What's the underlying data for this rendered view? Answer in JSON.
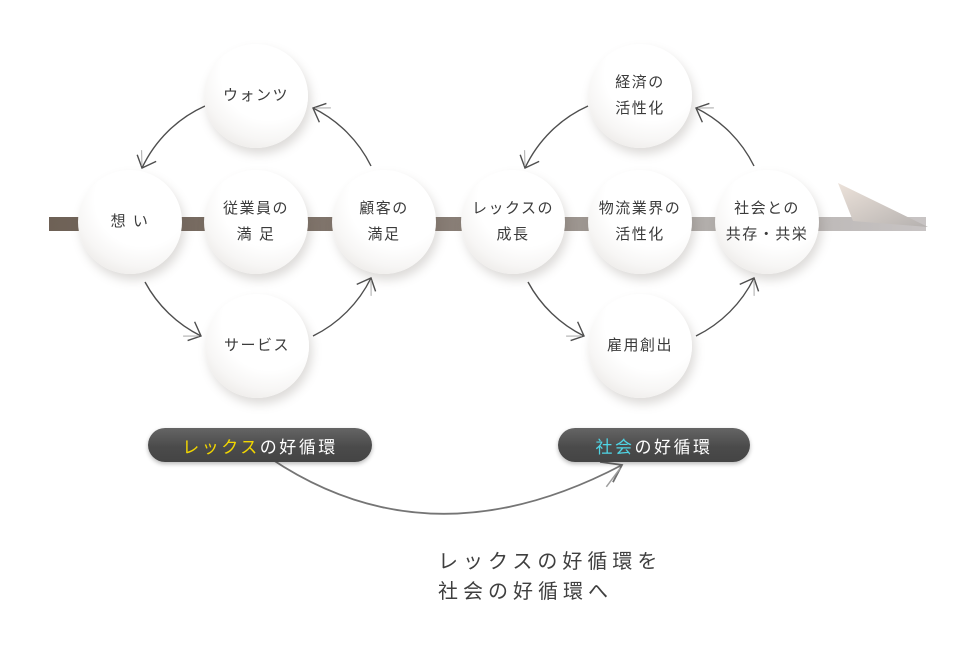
{
  "cycles": [
    {
      "label": "rex",
      "nodes": {
        "west": {
          "line1": "想 い"
        },
        "north": {
          "line1": "ウォンツ"
        },
        "center": {
          "line1": "従業員の",
          "line2": "満 足"
        },
        "east": {
          "line1": "顧客の",
          "line2": "満足"
        },
        "south": {
          "line1": "サービス"
        }
      },
      "badge": {
        "highlight": "レックス",
        "rest": "の好循環",
        "highlight_color": "#f2d600"
      }
    },
    {
      "label": "society",
      "nodes": {
        "west": {
          "line1": "レックスの",
          "line2": "成長"
        },
        "north": {
          "line1": "経済の",
          "line2": "活性化"
        },
        "center": {
          "line1": "物流業界の",
          "line2": "活性化"
        },
        "east": {
          "line1": "社会との",
          "line2": "共存・共栄"
        },
        "south": {
          "line1": "雇用創出"
        }
      },
      "badge": {
        "highlight": "社会",
        "rest": "の好循環",
        "highlight_color": "#4fd4e4"
      }
    }
  ],
  "caption": {
    "line1": "レックスの好循環を",
    "line2": "社会の好循環へ"
  },
  "colors": {
    "flow_bar_start": "#6e6156",
    "flow_bar_end": "#c8c4c4",
    "arrow_head_light": "#ece2da",
    "arrow_head_dark": "#b5b1af",
    "badge_background": "#4c4c4c",
    "badge_text": "#ffffff",
    "node_text": "#3b3b3b",
    "arc_stroke": "#4e4e4e",
    "connector_stroke": "#757575",
    "caption_text": "#3f3f3f"
  }
}
